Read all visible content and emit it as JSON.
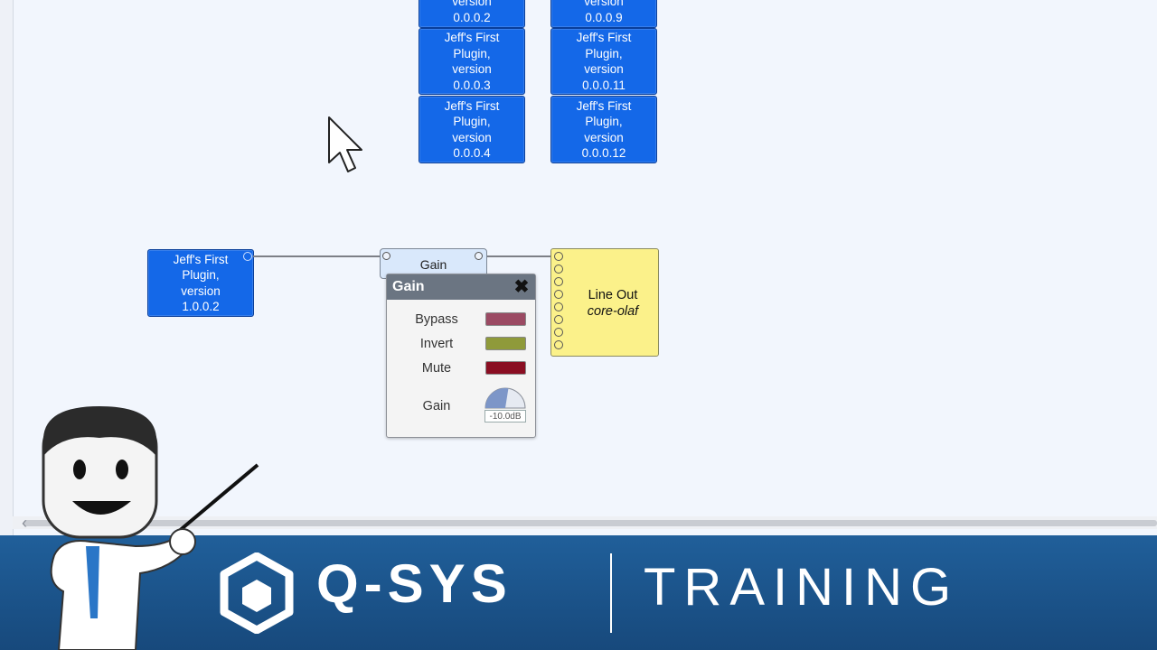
{
  "plugins_col1": [
    {
      "text": "version\n0.0.0.2"
    },
    {
      "text": "Jeff's First\nPlugin,\nversion\n0.0.0.3"
    },
    {
      "text": "Jeff's First\nPlugin,\nversion\n0.0.0.4"
    }
  ],
  "plugins_col2": [
    {
      "text": "version\n0.0.0.9"
    },
    {
      "text": "Jeff's First\nPlugin,\nversion\n0.0.0.11"
    },
    {
      "text": "Jeff's First\nPlugin,\nversion\n0.0.0.12"
    }
  ],
  "source_plugin": {
    "text": "Jeff's First\nPlugin,\nversion\n1.0.0.2"
  },
  "gain_block": {
    "label": "Gain"
  },
  "gain_panel": {
    "title": "Gain",
    "close_icon": "✖",
    "rows": [
      {
        "label": "Bypass",
        "color": "#9b4a63"
      },
      {
        "label": "Invert",
        "color": "#8f9a3a"
      },
      {
        "label": "Mute",
        "color": "#8a0e22"
      }
    ],
    "gain_label": "Gain",
    "gain_value": "-10.0dB",
    "gain_level": 0.55
  },
  "line_out": {
    "title": "Line Out",
    "subtitle": "core-olaf"
  },
  "colors": {
    "plugin_blue": "#1468e8",
    "line_out_yellow": "#fbf18a",
    "banner_blue": "#1b548b"
  },
  "banner": {
    "brand": "Q-SYS",
    "section": "TRAINING"
  },
  "icons": {
    "cursor": "arrow-cursor-icon",
    "scroll_left": "‹"
  }
}
